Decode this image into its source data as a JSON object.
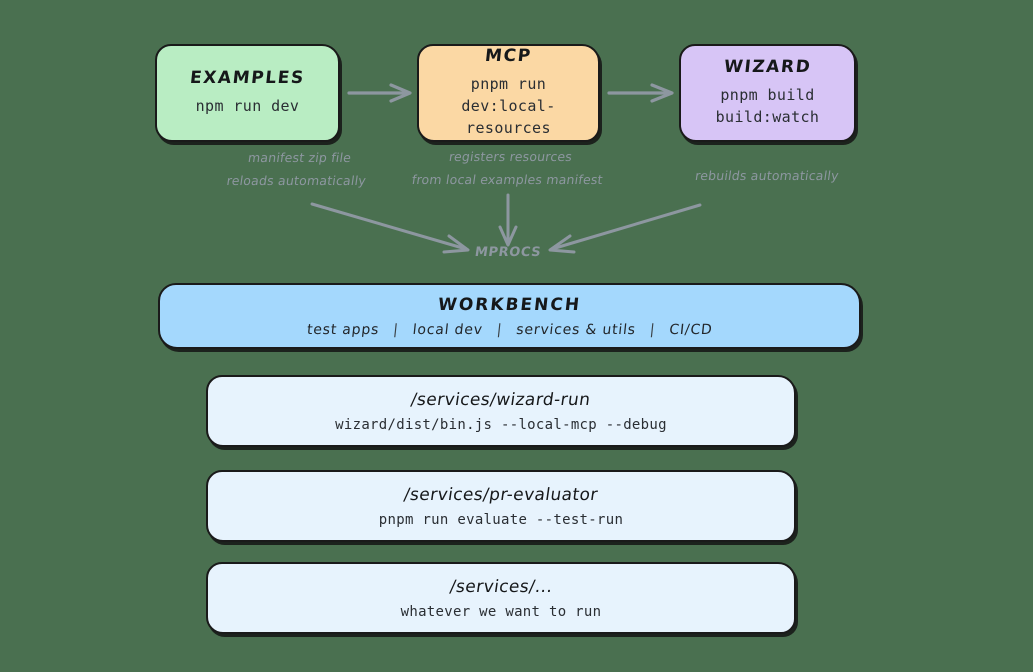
{
  "diagram": {
    "background_color": "#4a7050",
    "arrow_color": "#8d97a0",
    "top_nodes": [
      {
        "id": "examples",
        "title": "EXAMPLES",
        "command_lines": [
          "npm run dev"
        ],
        "color": "#b9edc3",
        "annotation_lines": [
          "manifest zip file",
          "reloads automatically"
        ]
      },
      {
        "id": "mcp",
        "title": "MCP",
        "command_lines": [
          "pnpm run",
          "dev:local-resources"
        ],
        "color": "#fbd8a4",
        "annotation_lines": [
          "registers resources",
          "from local examples manifest"
        ]
      },
      {
        "id": "wizard",
        "title": "WIZARD",
        "command_lines": [
          "pnpm build",
          "build:watch"
        ],
        "color": "#d7c5f6",
        "annotation_lines": [
          "rebuilds automatically"
        ]
      }
    ],
    "hub": {
      "label": "MPROCS"
    },
    "workbench": {
      "title": "WORKBENCH",
      "color": "#a4d8fd",
      "items": [
        "test apps",
        "local dev",
        "services & utils",
        "CI/CD"
      ],
      "separator": "|"
    },
    "services": [
      {
        "path": "/services/wizard-run",
        "command": "wizard/dist/bin.js --local-mcp --debug",
        "color": "#e7f3fd"
      },
      {
        "path": "/services/pr-evaluator",
        "command": "pnpm run evaluate --test-run",
        "color": "#e7f3fd"
      },
      {
        "path": "/services/...",
        "command": "whatever we want to run",
        "color": "#e7f3fd"
      }
    ]
  }
}
